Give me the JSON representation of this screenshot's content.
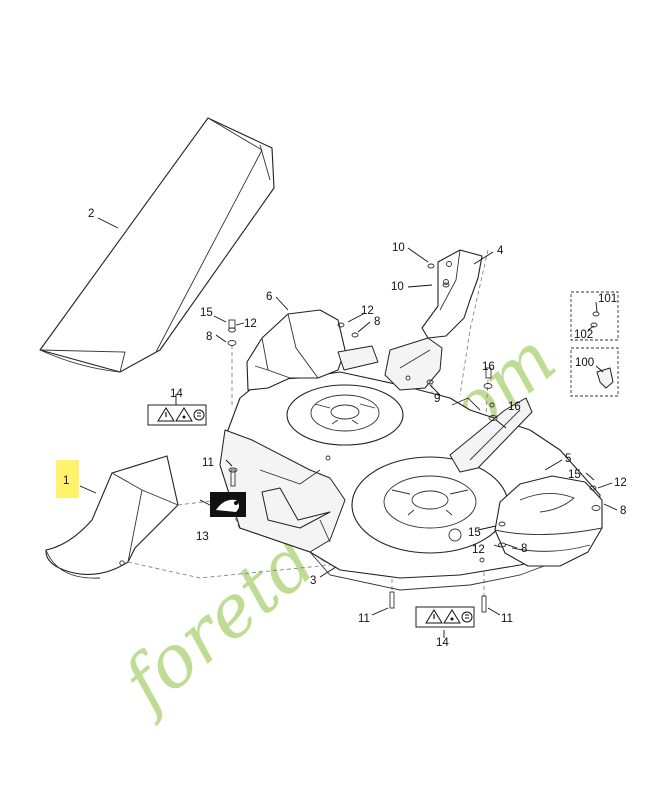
{
  "callouts": {
    "c1": "1",
    "c2": "2",
    "c3": "3",
    "c4": "4",
    "c5": "5",
    "c6": "6",
    "c8a": "8",
    "c8b": "8",
    "c8c": "8",
    "c8d": "8",
    "c9": "9",
    "c10a": "10",
    "c10b": "10",
    "c11a": "11",
    "c11b": "11",
    "c11c": "11",
    "c12a": "12",
    "c12b": "12",
    "c12c": "12",
    "c12d": "12",
    "c13": "13",
    "c14a": "14",
    "c14b": "14",
    "c15a": "15",
    "c15b": "15",
    "c15c": "15",
    "c16a": "16",
    "c16b": "16",
    "c100": "100",
    "c101": "101",
    "c102": "102"
  },
  "watermark": {
    "text": "foretdulin.com"
  },
  "colors": {
    "highlight": "#fff36b",
    "watermark_green": "#b9d98a",
    "watermark_gray": "#cfc6b6",
    "watermark_orange": "#f1b27a",
    "line": "#222222"
  },
  "icons": [
    "warning-triangle-icon",
    "hand-warning-icon",
    "read-manual-icon",
    "grass-deflector-decal-icon"
  ]
}
